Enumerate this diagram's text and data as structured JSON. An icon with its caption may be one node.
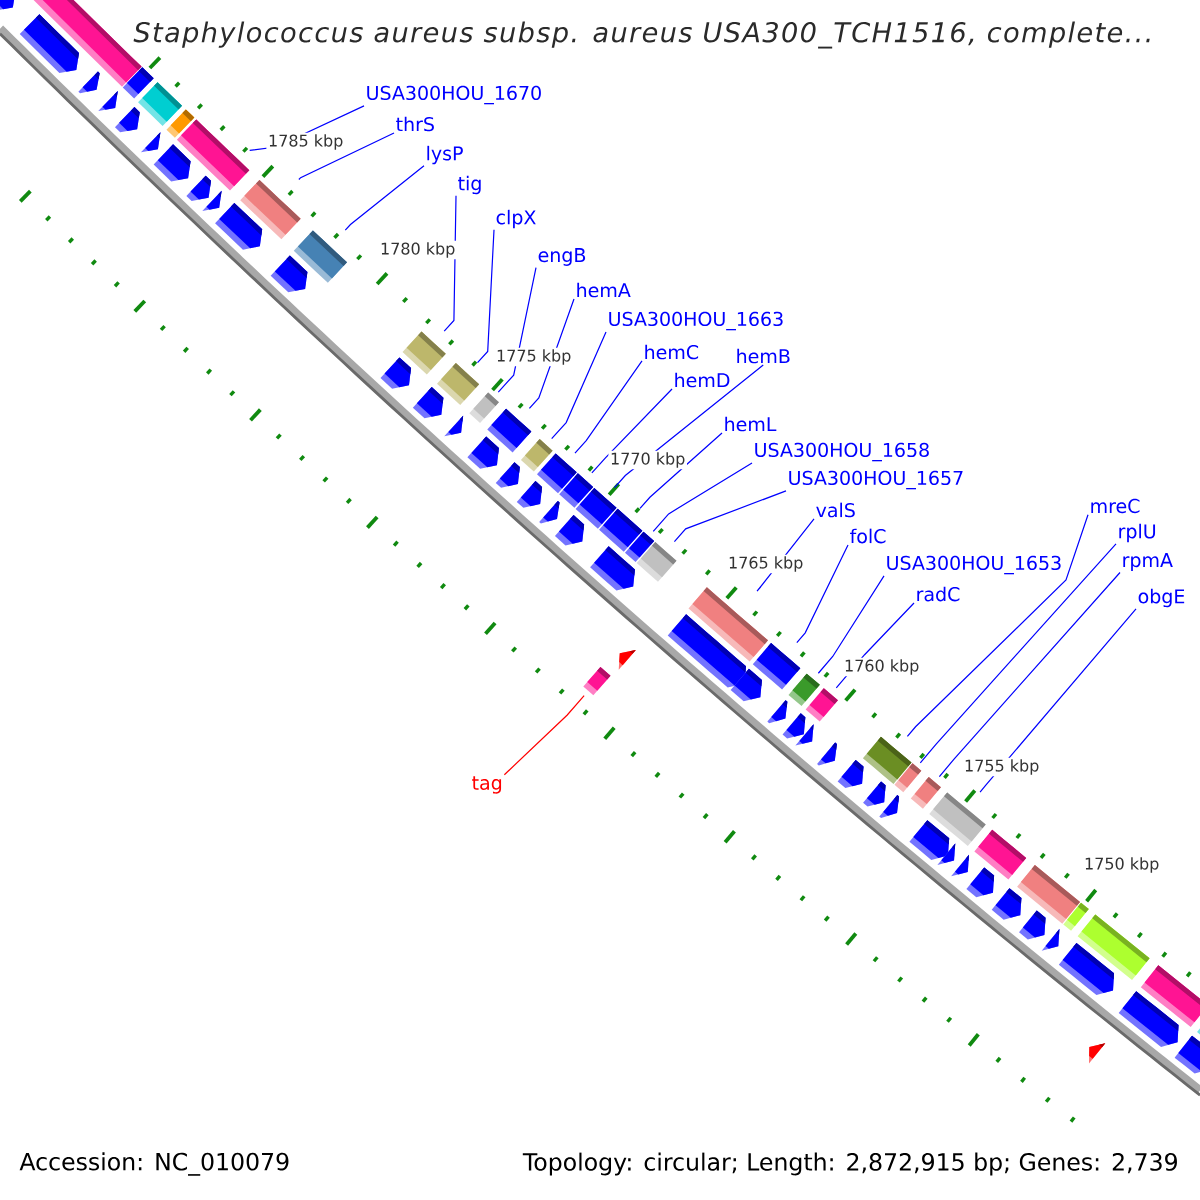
{
  "diagram": {
    "title": "Staphylococcus aureus subsp. aureus USA300_TCH1516, complete...",
    "nodes": [
      {
        "text": [
          "USA300HOU_1670"
        ]
      },
      {
        "text": [
          "thrS"
        ]
      },
      {
        "text": [
          "lysP"
        ]
      },
      {
        "text": [
          "tig"
        ]
      },
      {
        "text": [
          "clpX"
        ]
      },
      {
        "text": [
          "engB"
        ]
      },
      {
        "text": [
          "hemA"
        ]
      },
      {
        "text": [
          "USA300HOU_1663"
        ]
      },
      {
        "text": [
          "hemC"
        ]
      },
      {
        "text": [
          "hemB"
        ]
      },
      {
        "text": [
          "hemD"
        ]
      },
      {
        "text": [
          "hemL"
        ]
      },
      {
        "text": [
          "USA300HOU_1658"
        ]
      },
      {
        "text": [
          "USA300HOU_1657"
        ]
      },
      {
        "text": [
          "valS"
        ]
      },
      {
        "text": [
          "folC"
        ]
      },
      {
        "text": [
          "USA300HOU_1653"
        ]
      },
      {
        "text": [
          "radC"
        ]
      },
      {
        "text": [
          "mreC"
        ]
      },
      {
        "text": [
          "rplU"
        ]
      },
      {
        "text": [
          "rpmA"
        ]
      },
      {
        "text": [
          "obgE"
        ]
      },
      {
        "text": [
          "tag"
        ]
      },
      {
        "text": [],
        "shape": "box"
      },
      {
        "text": [],
        "shape": "box"
      },
      {
        "text": [],
        "shape": "box"
      },
      {
        "text": [],
        "shape": "box"
      },
      {
        "text": [],
        "shape": "box"
      },
      {
        "text": [],
        "shape": "box"
      },
      {
        "text": [],
        "shape": "box"
      },
      {
        "text": [],
        "shape": "box"
      },
      {
        "text": [],
        "shape": "box"
      },
      {
        "text": [],
        "shape": "box"
      },
      {
        "text": [],
        "shape": "box"
      },
      {
        "text": [],
        "shape": "box"
      },
      {
        "text": [],
        "shape": "box"
      },
      {
        "text": [],
        "shape": "box"
      },
      {
        "text": [],
        "shape": "box"
      },
      {
        "text": [],
        "shape": "box"
      },
      {
        "text": [],
        "shape": "box"
      },
      {
        "text": [],
        "shape": "box"
      },
      {
        "text": [],
        "shape": "box"
      },
      {
        "text": [],
        "shape": "box"
      },
      {
        "text": [],
        "shape": "box"
      },
      {
        "text": [],
        "shape": "box"
      },
      {
        "text": [],
        "shape": "box"
      },
      {
        "text": [],
        "shape": "box"
      },
      {
        "text": [],
        "shape": "box"
      },
      {
        "text": [],
        "shape": "box"
      },
      {
        "text": [],
        "shape": "box"
      },
      {
        "text": [],
        "shape": "box"
      },
      {
        "text": [],
        "shape": "box"
      },
      {
        "text": [],
        "shape": "box"
      },
      {
        "text": [],
        "shape": "box"
      },
      {
        "text": [],
        "shape": "box"
      },
      {
        "text": [],
        "shape": "pentagon"
      },
      {
        "text": [],
        "shape": "pentagon"
      },
      {
        "text": [],
        "shape": "pentagon"
      },
      {
        "text": [],
        "shape": "triangle"
      },
      {
        "text": [],
        "shape": "pentagon"
      },
      {
        "text": [],
        "shape": "triangle"
      },
      {
        "text": [],
        "shape": "pentagon"
      },
      {
        "text": [],
        "shape": "pentagon"
      },
      {
        "text": [],
        "shape": "triangle"
      },
      {
        "text": [],
        "shape": "pentagon"
      },
      {
        "text": [],
        "shape": "pentagon"
      },
      {
        "text": [],
        "shape": "pentagon"
      },
      {
        "text": [],
        "shape": "pentagon"
      },
      {
        "text": [],
        "shape": "triangle"
      },
      {
        "text": [],
        "shape": "pentagon"
      },
      {
        "text": [],
        "shape": "pentagon"
      },
      {
        "text": [],
        "shape": "pentagon"
      },
      {
        "text": [],
        "shape": "pentagon"
      },
      {
        "text": [],
        "shape": "pentagon"
      },
      {
        "text": [],
        "shape": "pentagon"
      },
      {
        "text": [],
        "shape": "pentagon"
      },
      {
        "text": [],
        "shape": "pentagon"
      },
      {
        "text": [],
        "shape": "pentagon"
      },
      {
        "text": [],
        "shape": "pentagon"
      },
      {
        "text": [],
        "shape": "triangle"
      },
      {
        "text": [],
        "shape": "pentagon"
      },
      {
        "text": [],
        "shape": "pentagon"
      },
      {
        "text": [],
        "shape": "pentagon"
      },
      {
        "text": [],
        "shape": "pentagon"
      },
      {
        "text": [],
        "shape": "pentagon"
      },
      {
        "text": [],
        "shape": "triangle"
      },
      {
        "text": [],
        "shape": "triangle"
      },
      {
        "text": [],
        "shape": "pentagon"
      },
      {
        "text": [],
        "shape": "pentagon"
      },
      {
        "text": [],
        "shape": "pentagon"
      },
      {
        "text": [],
        "shape": "triangle"
      },
      {
        "text": [],
        "shape": "pentagon"
      },
      {
        "text": [],
        "shape": "pentagon"
      },
      {
        "text": [],
        "shape": "pentagon"
      },
      {
        "text": [],
        "shape": "box"
      },
      {
        "text": [],
        "shape": "triangle"
      },
      {
        "text": [],
        "shape": "triangle"
      }
    ],
    "edges": [
      {
        "from": 0,
        "to": 27,
        "arrow": "none"
      },
      {
        "from": 1,
        "to": 28,
        "arrow": "none"
      },
      {
        "from": 2,
        "to": 29,
        "arrow": "none"
      },
      {
        "from": 3,
        "to": 30,
        "arrow": "none"
      },
      {
        "from": 4,
        "to": 31,
        "arrow": "none"
      },
      {
        "from": 5,
        "to": 32,
        "arrow": "none"
      },
      {
        "from": 6,
        "to": 33,
        "arrow": "none"
      },
      {
        "from": 7,
        "to": 34,
        "arrow": "none"
      },
      {
        "from": 8,
        "to": 35,
        "arrow": "none"
      },
      {
        "from": 9,
        "to": 37,
        "arrow": "none"
      },
      {
        "from": 10,
        "to": 36,
        "arrow": "none"
      },
      {
        "from": 11,
        "to": 38,
        "arrow": "none"
      },
      {
        "from": 12,
        "to": 39,
        "arrow": "none"
      },
      {
        "from": 13,
        "to": 40,
        "arrow": "none"
      },
      {
        "from": 14,
        "to": 41,
        "arrow": "none"
      },
      {
        "from": 15,
        "to": 42,
        "arrow": "none"
      },
      {
        "from": 16,
        "to": 43,
        "arrow": "none"
      },
      {
        "from": 17,
        "to": 44,
        "arrow": "none"
      },
      {
        "from": 18,
        "to": 45,
        "arrow": "none"
      },
      {
        "from": 19,
        "to": 46,
        "arrow": "none"
      },
      {
        "from": 20,
        "to": 47,
        "arrow": "none"
      },
      {
        "from": 21,
        "to": 48,
        "arrow": "none"
      },
      {
        "from": 22,
        "to": 94,
        "arrow": "none",
        "color": "#ff0000"
      }
    ],
    "labels": [
      "1785 kbp",
      "1780 kbp",
      "1775 kbp",
      "1770 kbp",
      "1765 kbp",
      "1760 kbp",
      "1755 kbp",
      "1750 kbp",
      "Accession: NC_010079",
      "Topology: circular; Length: 2,872,915 bp; Genes: 2,739"
    ]
  }
}
